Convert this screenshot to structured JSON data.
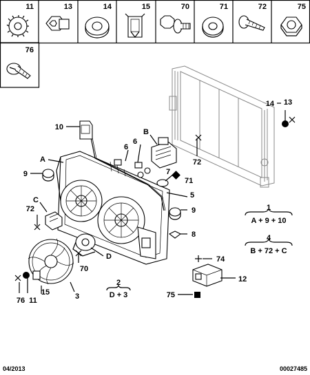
{
  "parts_panel": [
    {
      "number": "11",
      "icon": "serrated-washer-icon"
    },
    {
      "number": "13",
      "icon": "socket-plug-icon"
    },
    {
      "number": "14",
      "icon": "ring-seal-icon"
    },
    {
      "number": "15",
      "icon": "spring-clip-icon"
    },
    {
      "number": "70",
      "icon": "flanged-bolt-icon"
    },
    {
      "number": "71",
      "icon": "flat-washer-icon"
    },
    {
      "number": "72",
      "icon": "self-tapping-screw-icon"
    },
    {
      "number": "75",
      "icon": "hex-nut-icon"
    },
    {
      "number": "76",
      "icon": "slotted-screw-icon"
    }
  ],
  "callouts": {
    "n10": "10",
    "nB": "B",
    "n6a": "6",
    "n6b": "6",
    "nA": "A",
    "n9a": "9",
    "n72a": "72",
    "n7": "7",
    "n71": "71",
    "n5": "5",
    "nC": "C",
    "n72b": "72",
    "n9b": "9",
    "n8": "8",
    "nD": "D",
    "n70": "70",
    "n76": "76",
    "n11": "11",
    "n15": "15",
    "n3": "3",
    "n14": "14",
    "n13": "13",
    "n74": "74",
    "n12": "12",
    "n75": "75"
  },
  "formulas": [
    {
      "number": "1",
      "expr": "A + 9 + 10"
    },
    {
      "number": "4",
      "expr": "B + 72 + C"
    },
    {
      "number": "2",
      "expr": "D + 3"
    }
  ],
  "footer": {
    "date": "04/2013",
    "reference": "00027485"
  }
}
